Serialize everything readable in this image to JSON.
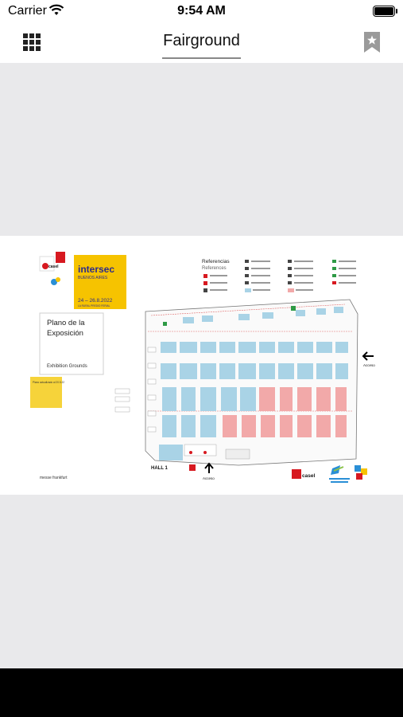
{
  "status_bar": {
    "carrier": "Carrier",
    "time": "9:54 AM"
  },
  "nav": {
    "title": "Fairground",
    "left_icon": "grid-icon",
    "right_icon": "bookmark-star-icon"
  },
  "map": {
    "event_name": "intersec",
    "event_city": "BUENOS AIRES",
    "event_dates": "24 – 26.8.2022",
    "event_venue": "LA RURAL PREDIO FERIAL",
    "plan_title": "Plano de la Exposición",
    "plan_subtitle": "Exhibition Grounds",
    "note_text": "Plano actualizado al 20.5.22",
    "references_title": "Referencias",
    "references_subtitle": "References",
    "hall_label": "HALL 1",
    "access_bottom": "Acceso",
    "access_right": "Acceso",
    "organizer": "messe frankfurt",
    "sponsor": "casel",
    "colors": {
      "blue_stand": "#a9d3e6",
      "pink_stand": "#f2a9a9",
      "yellow_badge": "#f6c300",
      "red_brand": "#d71920"
    }
  }
}
